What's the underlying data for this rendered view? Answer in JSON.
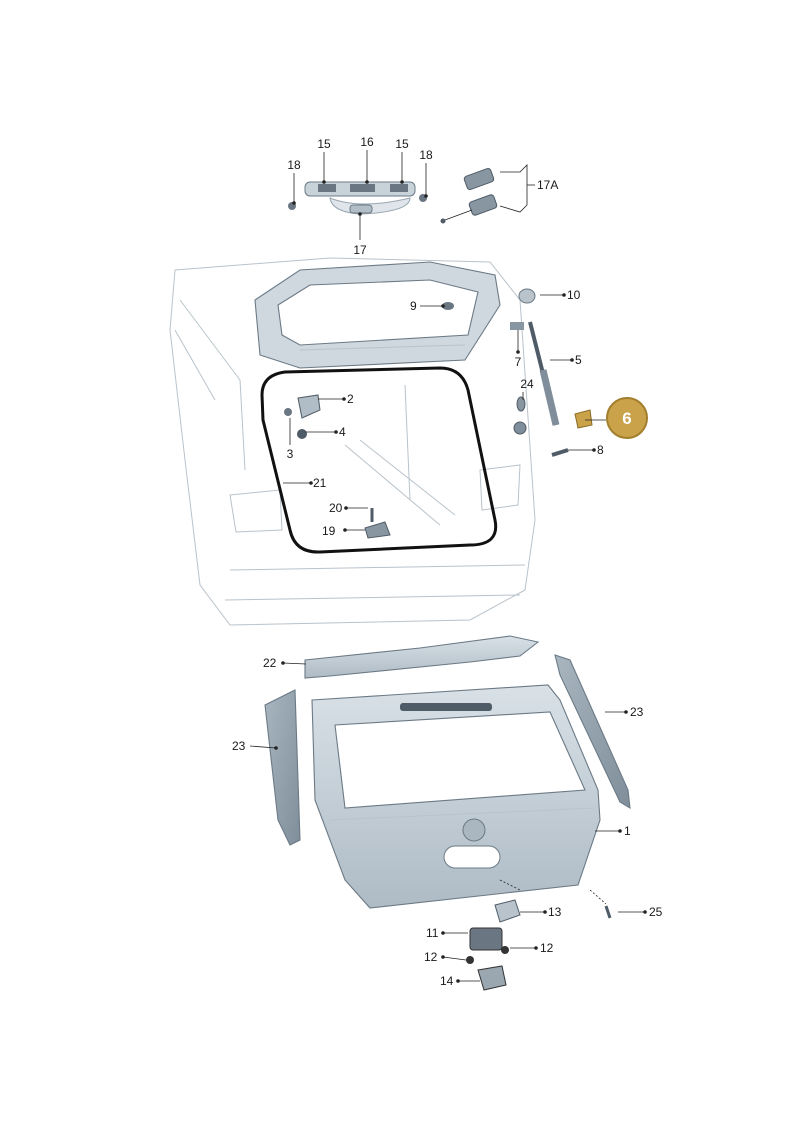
{
  "colors": {
    "highlight_badge": "#c9a24a",
    "highlight_badge_border": "#a27f2c",
    "part_fill": "#c8d2d9",
    "part_shadow": "#9fadb8",
    "seal": "#111111"
  },
  "highlighted_part": "6",
  "callouts": [
    {
      "id": "c15a",
      "text": "15"
    },
    {
      "id": "c16",
      "text": "16"
    },
    {
      "id": "c15b",
      "text": "15"
    },
    {
      "id": "c18a",
      "text": "18"
    },
    {
      "id": "c18b",
      "text": "18"
    },
    {
      "id": "c17a",
      "text": "17A"
    },
    {
      "id": "c17",
      "text": "17"
    },
    {
      "id": "c10",
      "text": "10"
    },
    {
      "id": "c9",
      "text": "9"
    },
    {
      "id": "c7",
      "text": "7"
    },
    {
      "id": "c5",
      "text": "5"
    },
    {
      "id": "c24",
      "text": "24"
    },
    {
      "id": "c2",
      "text": "2"
    },
    {
      "id": "c4",
      "text": "4"
    },
    {
      "id": "c3",
      "text": "3"
    },
    {
      "id": "c8",
      "text": "8"
    },
    {
      "id": "c21",
      "text": "21"
    },
    {
      "id": "c20",
      "text": "20"
    },
    {
      "id": "c19",
      "text": "19"
    },
    {
      "id": "c22",
      "text": "22"
    },
    {
      "id": "c23a",
      "text": "23"
    },
    {
      "id": "c23b",
      "text": "23"
    },
    {
      "id": "c1",
      "text": "1"
    },
    {
      "id": "c13",
      "text": "13"
    },
    {
      "id": "c25",
      "text": "25"
    },
    {
      "id": "c11",
      "text": "11"
    },
    {
      "id": "c12a",
      "text": "12"
    },
    {
      "id": "c12b",
      "text": "12"
    },
    {
      "id": "c14",
      "text": "14"
    }
  ]
}
